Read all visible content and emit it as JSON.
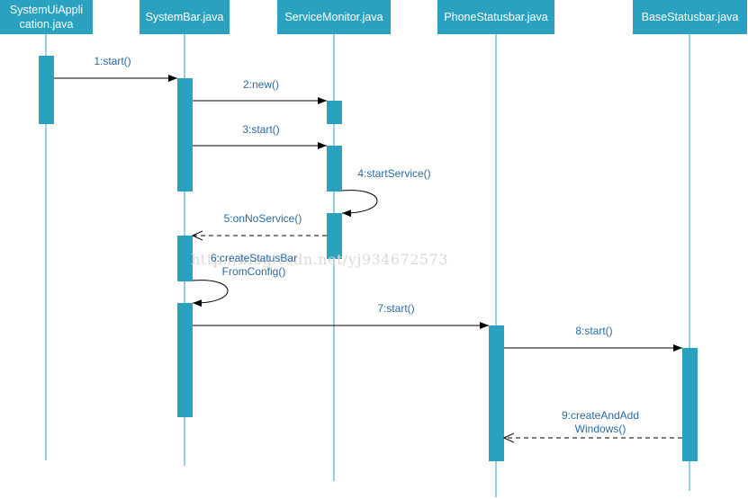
{
  "colors": {
    "accent": "#2aa2bf",
    "arrow": "#000000",
    "label": "#2a6aa0",
    "background": "#ffffff"
  },
  "participants": [
    {
      "id": "app",
      "name": "SystemUiAppli\ncation.java"
    },
    {
      "id": "bar",
      "name": "SystemBar.java"
    },
    {
      "id": "mon",
      "name": "ServiceMonitor.java"
    },
    {
      "id": "phone",
      "name": "PhoneStatusbar.java"
    },
    {
      "id": "base",
      "name": "BaseStatusbar.java"
    }
  ],
  "messages": [
    {
      "label": "1:start()",
      "from": "app",
      "to": "bar",
      "kind": "sync"
    },
    {
      "label": "2:new()",
      "from": "bar",
      "to": "mon",
      "kind": "sync"
    },
    {
      "label": "3:start()",
      "from": "bar",
      "to": "mon",
      "kind": "sync"
    },
    {
      "label": "4:startService()",
      "from": "mon",
      "to": "mon",
      "kind": "self"
    },
    {
      "label": "5:onNoService()",
      "from": "mon",
      "to": "bar",
      "kind": "return"
    },
    {
      "label": "6:createStatusBar\nFromConfig()",
      "from": "bar",
      "to": "bar",
      "kind": "self"
    },
    {
      "label": "7:start()",
      "from": "bar",
      "to": "phone",
      "kind": "sync"
    },
    {
      "label": "8:start()",
      "from": "phone",
      "to": "base",
      "kind": "sync"
    },
    {
      "label": "9:createAndAdd\nWindows()",
      "from": "base",
      "to": "phone",
      "kind": "return"
    }
  ],
  "watermark": "http://blog.csdn.net/yj934672573"
}
